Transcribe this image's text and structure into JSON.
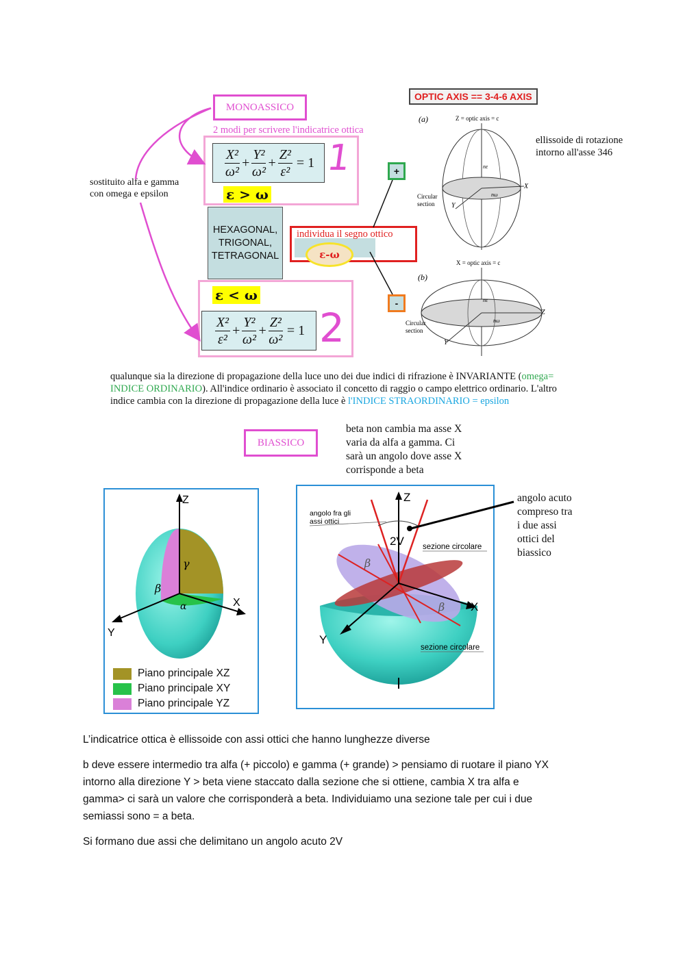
{
  "mono": {
    "title": "MONOASSICO",
    "subtitle": "2 modi per scrivere l'indicatrice ottica",
    "note": [
      "sostituito alfa e gamma",
      "con omega e  epsilon"
    ],
    "cond1": "ε > ω",
    "cond2": "ε < ω",
    "handwritten1": "1",
    "handwritten2": "2",
    "systems": [
      "HEXAGONAL,",
      "TRIGONAL,",
      "TETRAGONAL"
    ],
    "sign_label": "individua il segno ottico",
    "sign_expr": "ε-ω",
    "plus": "+",
    "minus": "-",
    "optic_axis_title": "OPTIC AXIS == 3-4-6 AXIS",
    "ellipsoid_note": [
      "ellissoide di rotazione",
      "intorno all'asse 346"
    ],
    "fig_a": {
      "label": "(a)",
      "axis": "Z = optic axis = c",
      "x": "X",
      "y": "Y",
      "section": [
        "Circular",
        "section"
      ],
      "ne": "nε",
      "nw": "nω"
    },
    "fig_b": {
      "label": "(b)",
      "axis": "X = optic axis = c",
      "z": "Z",
      "y": "Y",
      "section": [
        "Circular",
        "section"
      ],
      "ne": "nε",
      "nw": "nω"
    }
  },
  "formula1": {
    "x": "X²",
    "y": "Y²",
    "z": "Z²",
    "dx": "ω²",
    "dy": "ω²",
    "dz": "ε²",
    "eq": "= 1"
  },
  "formula2": {
    "x": "X²",
    "y": "Y²",
    "z": "Z²",
    "dx": "ε²",
    "dy": "ω²",
    "dz": "ω²",
    "eq": "= 1"
  },
  "invariant": {
    "line1a": "qualunque sia la direzione di propagazione della luce uno dei due indici di rifrazione è INVARIANTE (",
    "line1b": "omega=",
    "line2a": "INDICE ORDINARIO",
    "line2b": "). All'indice ordinario è associato il concetto di raggio o campo elettrico ordinario. L'altro",
    "line3a": "indice cambia con la direzione di propagazione della luce è ",
    "line3b": "l'INDICE STRAORDINARIO = epsilon"
  },
  "bi": {
    "title": "BIASSICO",
    "note": [
      "beta non cambia ma asse X",
      "varia da alfa a gamma. Ci",
      "sarà un angolo dove asse X",
      "corrisponde a beta"
    ],
    "acute_note": [
      "angolo acuto",
      "compreso tra",
      "i due assi",
      "ottici del",
      "biassico"
    ],
    "fig1": {
      "z": "Z",
      "x": "X",
      "y": "Y",
      "gamma": "γ",
      "beta": "β",
      "alpha": "α",
      "legend": [
        {
          "label": "Piano principale XZ",
          "color": "#a39326"
        },
        {
          "label": "Piano principale XY",
          "color": "#27c24a"
        },
        {
          "label": "Piano principale YZ",
          "color": "#da80d8"
        }
      ]
    },
    "fig2": {
      "z": "Z",
      "x": "X",
      "y": "Y",
      "two_v": "2V",
      "angle_label": [
        "angolo fra gli",
        "assi ottici"
      ],
      "section1": "sezione circolare",
      "section2": "sezione circolare",
      "beta1": "β",
      "beta2": "β"
    }
  },
  "paragraphs": [
    "L’indicatrice ottica è ellissoide con assi ottici che hanno lunghezze diverse",
    [
      "b deve essere intermedio tra alfa (+ piccolo) e gamma (+ grande) > pensiamo di ruotare il piano YX",
      "intorno alla direzione Y > beta viene staccato dalla sezione che si ottiene, cambia X tra alfa e",
      "gamma> ci sarà un valore che corrisponderà a beta. Individuiamo una sezione tale per cui i due",
      "semiassi sono = a beta."
    ],
    "Si formano due assi che delimitano un angolo acuto 2V"
  ],
  "colors": {
    "magenta": "#e04ed0",
    "pink": "#f3a6d6",
    "red": "#e02020",
    "green": "#2fa84f",
    "cyan": "#19a6e0",
    "teal_box": "#c4dee0"
  }
}
